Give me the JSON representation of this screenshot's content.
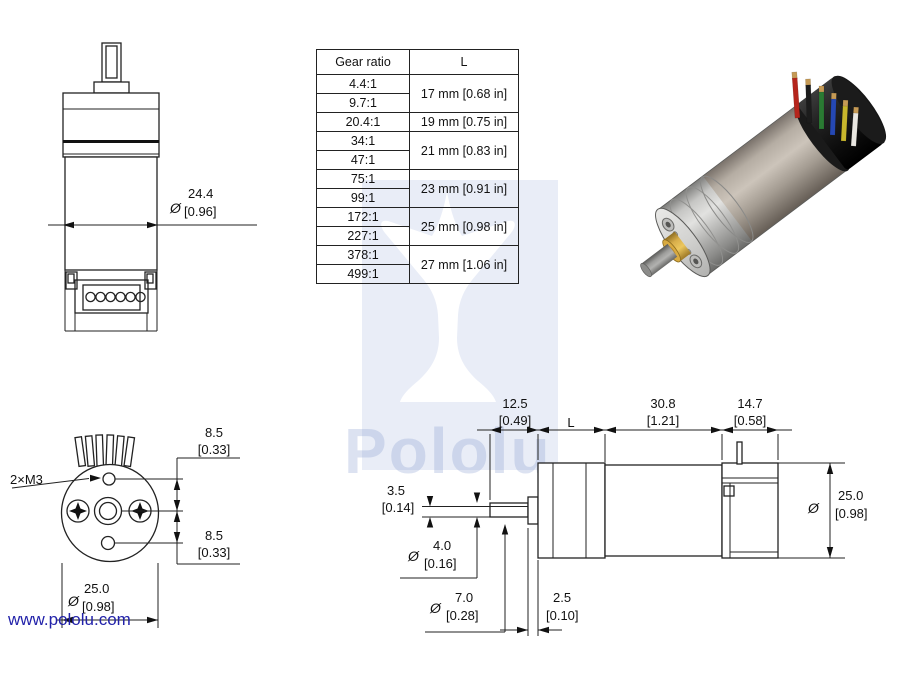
{
  "watermark": {
    "brand": "Pololu",
    "square_color": "#e9edf7",
    "logo_color": "#ffffff",
    "text_color": "#8c9ed2"
  },
  "footer": {
    "url": "www.pololu.com",
    "link_color": "#2222aa"
  },
  "table": {
    "header_ratio": "Gear ratio",
    "header_l": "L",
    "ratios": [
      "4.4:1",
      "9.7:1",
      "20.4:1",
      "34:1",
      "47:1",
      "75:1",
      "99:1",
      "172:1",
      "227:1",
      "378:1",
      "499:1"
    ],
    "l_values": [
      "17 mm [0.68 in]",
      "19 mm [0.75 in]",
      "21 mm [0.83 in]",
      "23 mm [0.91 in]",
      "25 mm [0.98 in]",
      "27 mm [1.06 in]"
    ]
  },
  "front_view": {
    "dia_symbol": "Ø",
    "body_dia_mm": "24.4",
    "body_dia_in": "[0.96]"
  },
  "end_view": {
    "thread_callout": "2×M3",
    "hole_offset_top_mm": "8.5",
    "hole_offset_top_in": "[0.33]",
    "hole_offset_bottom_mm": "8.5",
    "hole_offset_bottom_in": "[0.33]",
    "dia_symbol": "Ø",
    "body_dia_mm": "25.0",
    "body_dia_in": "[0.98]"
  },
  "side_view": {
    "shaft_len_mm": "12.5",
    "shaft_len_in": "[0.49]",
    "gearbox_len_label": "L",
    "body_len_mm": "30.8",
    "body_len_in": "[1.21]",
    "cap_len_mm": "14.7",
    "cap_len_in": "[0.58]",
    "flat_mm": "3.5",
    "flat_in": "[0.14]",
    "dia_symbol": "Ø",
    "shaft_dia_mm": "4.0",
    "shaft_dia_in": "[0.16]",
    "boss_dia_mm": "7.0",
    "boss_dia_in": "[0.28]",
    "boss_len_mm": "2.5",
    "boss_len_in": "[0.10]",
    "motor_dia_mm": "25.0",
    "motor_dia_in": "[0.98]"
  },
  "photo": {
    "wire_colors": [
      "#b5251c",
      "#1c1c1c",
      "#2a7a33",
      "#2548b4",
      "#c8b62c",
      "#e9e7e1"
    ],
    "wire_tip_color": "#c59a55",
    "brass_color": "#d9ab41",
    "gearbox_color": "#c6c6c4",
    "body_color": "#a89f96",
    "cap_color": "#161616"
  }
}
